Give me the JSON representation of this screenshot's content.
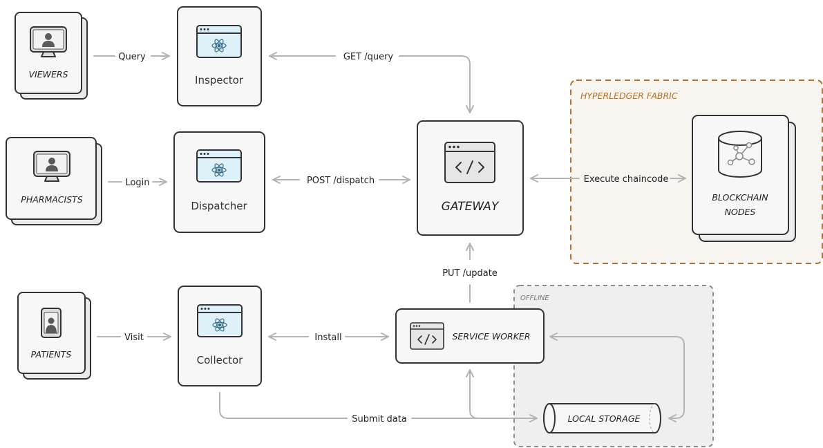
{
  "zones": {
    "fabric": {
      "title": "HYPERLEDGER FABRIC",
      "color": "#b2712c"
    },
    "offline": {
      "title": "OFFLINE"
    }
  },
  "clients": {
    "viewers": "VIEWERS",
    "pharmacists": "PHARMACISTS",
    "patients": "PATIENTS"
  },
  "apps": {
    "inspector": "Inspector",
    "dispatcher": "Dispatcher",
    "collector": "Collector"
  },
  "gateway": "GATEWAY",
  "service_worker": "SERVICE WORKER",
  "blockchain": {
    "line1": "BLOCKCHAIN",
    "line2": "NODES"
  },
  "local_storage": "LOCAL STORAGE",
  "edges": {
    "query": "Query",
    "login": "Login",
    "visit": "Visit",
    "get_query": "GET /query",
    "post_dispatch": "POST /dispatch",
    "install": "Install",
    "put_update": "PUT /update",
    "execute_chaincode": "Execute chaincode",
    "submit_data": "Submit data"
  },
  "colors": {
    "app_screen": "#def0f8",
    "react_icon": "#3a6f8c",
    "box_fill": "#f7f7f7",
    "connector": "#b4b4b4",
    "offline_fill": "#efefef"
  },
  "icons": {
    "client": "monitor-user-icon",
    "patient": "phone-user-icon",
    "app": "react-window-icon",
    "code": "code-window-icon",
    "database": "database-network-icon"
  }
}
